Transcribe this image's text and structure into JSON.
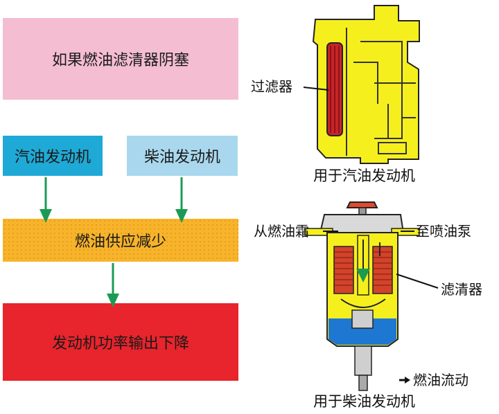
{
  "flow": {
    "top": "如果燃油滤清器阴塞",
    "gasoline": "汽油发动机",
    "diesel": "柴油发动机",
    "reduced": "燃油供应减少",
    "result": "发动机功率输出下降"
  },
  "gasoline_filter": {
    "filter_label": "过滤器",
    "caption": "用于汽油发动机"
  },
  "diesel_filter": {
    "inlet_label": "从燃油霜",
    "outlet_label": "至喷油泵",
    "element_label": "滤清器",
    "flow_legend": "燃油流动",
    "caption": "用于柴油发动机"
  },
  "colors": {
    "pink": "#f4bdd2",
    "cyan": "#1fa9d6",
    "light_blue": "#a9d8ee",
    "orange": "#f7b42b",
    "red": "#e8242c",
    "arrow_green": "#1a9b54",
    "housing_yellow": "#f6ef1e",
    "element_red": "#c8242a",
    "fuel_blue": "#1e78d2"
  }
}
